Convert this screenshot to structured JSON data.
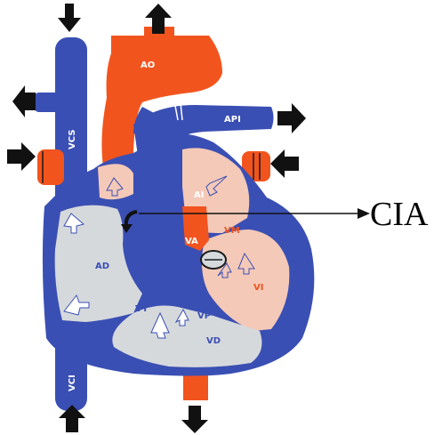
{
  "diagram": {
    "subject": "heart",
    "labels": {
      "ao": "AO",
      "api": "API",
      "vcs": "VCS",
      "vci": "VCI",
      "ai": "AI",
      "ad": "AD",
      "va": "VA",
      "vm": "VM",
      "vi": "VI",
      "vt": "VT",
      "vp": "VP",
      "vd": "VD"
    },
    "annotation": "CIA",
    "colors": {
      "venous_blue": "#3a4fb3",
      "arterial_red": "#f2541e",
      "chamber_gray": "#d6d9dc",
      "chamber_pink": "#f4c9b8",
      "arrow_black": "#111111"
    }
  }
}
